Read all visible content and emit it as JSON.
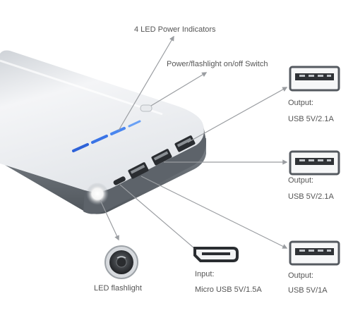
{
  "labels": {
    "led_indicators": "4 LED Power Indicators",
    "power_switch": "Power/flashlight on/off Switch",
    "output_1_title": "Output:",
    "output_1_spec": "USB 5V/2.1A",
    "output_2_title": "Output:",
    "output_2_spec": "USB 5V/2.1A",
    "output_3_title": "Output:",
    "output_3_spec": "USB 5V/1A",
    "input_title": "Input:",
    "input_spec": "Micro USB 5V/1.5A",
    "flashlight": "LED flashlight"
  },
  "colors": {
    "body_light": "#eef0f3",
    "body_edge": "#6e747a",
    "led_blue": "#2e62d8",
    "port_dark": "#2a2d31",
    "arrow": "#9a9da1",
    "text": "#555555"
  }
}
